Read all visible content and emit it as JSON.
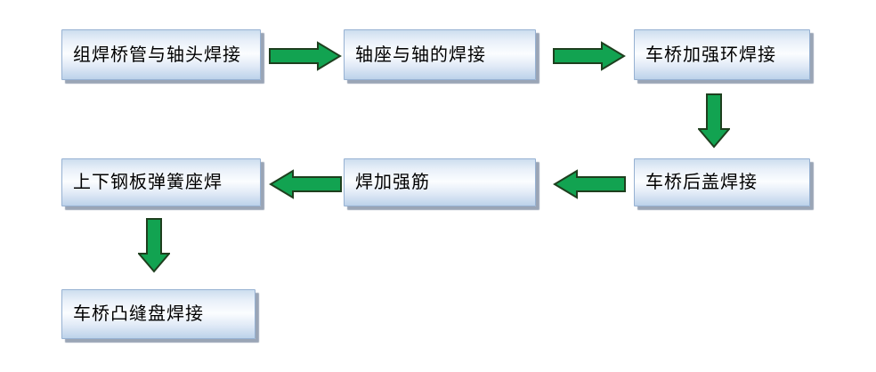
{
  "diagram": {
    "type": "flowchart",
    "layout": "snake",
    "nodes": [
      {
        "id": "n1",
        "label": "组焊桥管与轴头焊接"
      },
      {
        "id": "n2",
        "label": "轴座与轴的焊接"
      },
      {
        "id": "n3",
        "label": "车桥加强环焊接"
      },
      {
        "id": "n4",
        "label": "车桥后盖焊接"
      },
      {
        "id": "n5",
        "label": "焊加强筋"
      },
      {
        "id": "n6",
        "label": "上下钢板弹簧座焊"
      },
      {
        "id": "n7",
        "label": "车桥凸缝盘焊接"
      }
    ],
    "connections": [
      {
        "from": "n1",
        "to": "n2",
        "direction": "right"
      },
      {
        "from": "n2",
        "to": "n3",
        "direction": "right"
      },
      {
        "from": "n3",
        "to": "n4",
        "direction": "down"
      },
      {
        "from": "n4",
        "to": "n5",
        "direction": "left"
      },
      {
        "from": "n5",
        "to": "n6",
        "direction": "left"
      },
      {
        "from": "n6",
        "to": "n7",
        "direction": "down"
      }
    ]
  },
  "colors": {
    "arrow_fill": "#12a351",
    "arrow_stroke": "#1e3f1e",
    "box_border": "#96b1d2",
    "box_gradient_top": "#cddeef",
    "box_gradient_mid": "#fbfdff",
    "box_gradient_bottom": "#bcd2ea",
    "box_shadow": "#9aa5b6",
    "text": "#000000",
    "background": "#ffffff"
  }
}
